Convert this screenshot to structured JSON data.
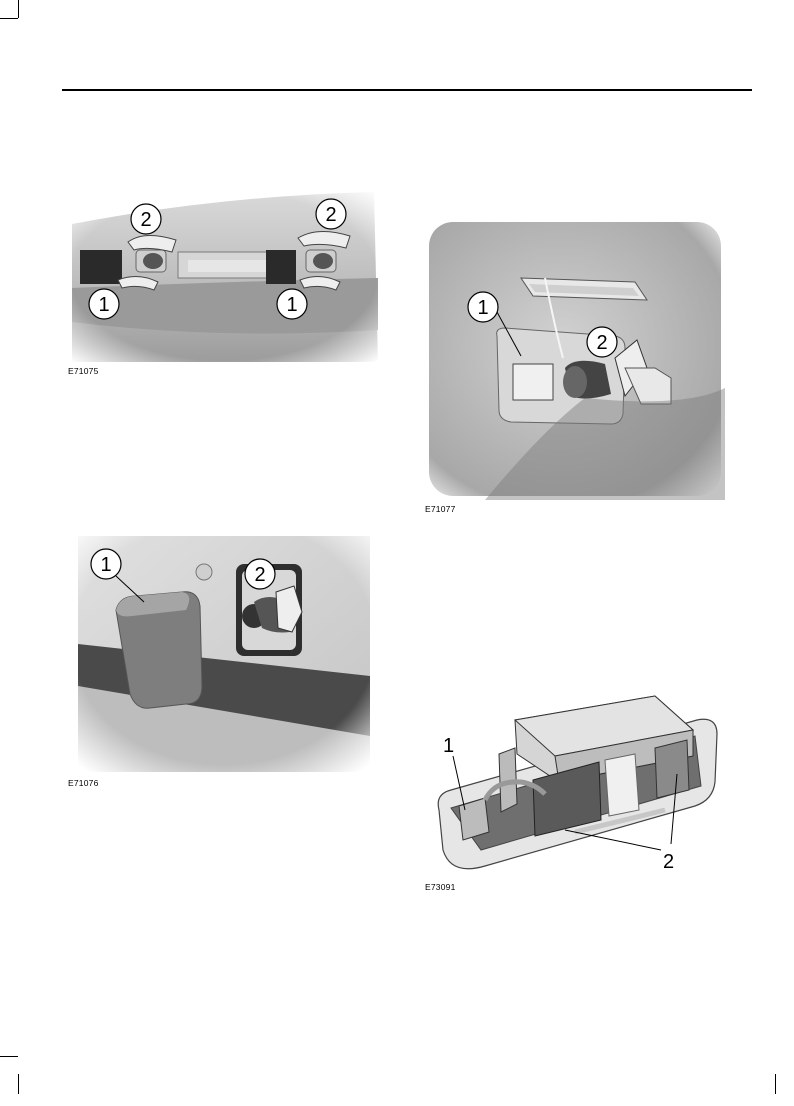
{
  "figures": [
    {
      "code": "E71075",
      "callouts": [
        "2",
        "2",
        "1",
        "1"
      ]
    },
    {
      "code": "E71077",
      "callouts": [
        "1",
        "2"
      ]
    },
    {
      "code": "E71076",
      "callouts": [
        "1",
        "2"
      ]
    },
    {
      "code": "E73091",
      "callouts": [
        "1",
        "2"
      ]
    }
  ]
}
